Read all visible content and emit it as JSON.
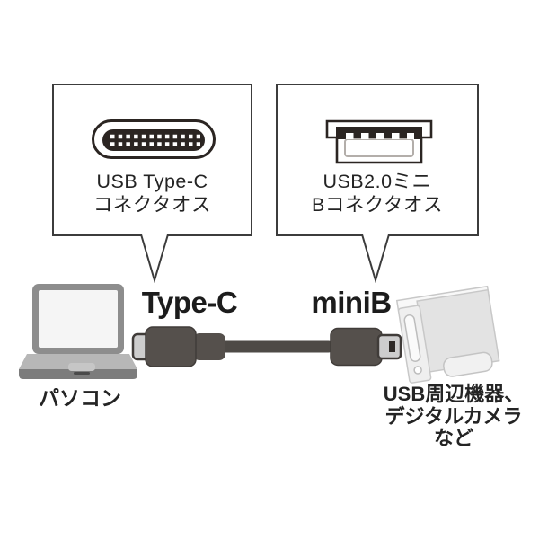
{
  "colors": {
    "outline": "#3c3c3c",
    "connector_dark": "#2b2522",
    "cable_body": "#55504c",
    "cable_line": "#4e4a46",
    "metal": "#cdcdcd",
    "text": "#242424"
  },
  "callout_left": {
    "icon": "usb-type-c-port-icon",
    "label_line1": "USB Type-C",
    "label_line2": "コネクタオス"
  },
  "callout_right": {
    "icon": "usb-mini-b-port-icon",
    "label_line1": "USB2.0ミニ",
    "label_line2": "Bコネクタオス"
  },
  "cable": {
    "left_connector_label": "Type-C",
    "right_connector_label": "miniB"
  },
  "left_device": {
    "icon": "laptop-icon",
    "caption": "パソコン"
  },
  "right_device": {
    "icon": "external-drive-icon",
    "caption_line1": "USB周辺機器、",
    "caption_line2": "デジタルカメラ",
    "caption_line3": "など"
  }
}
